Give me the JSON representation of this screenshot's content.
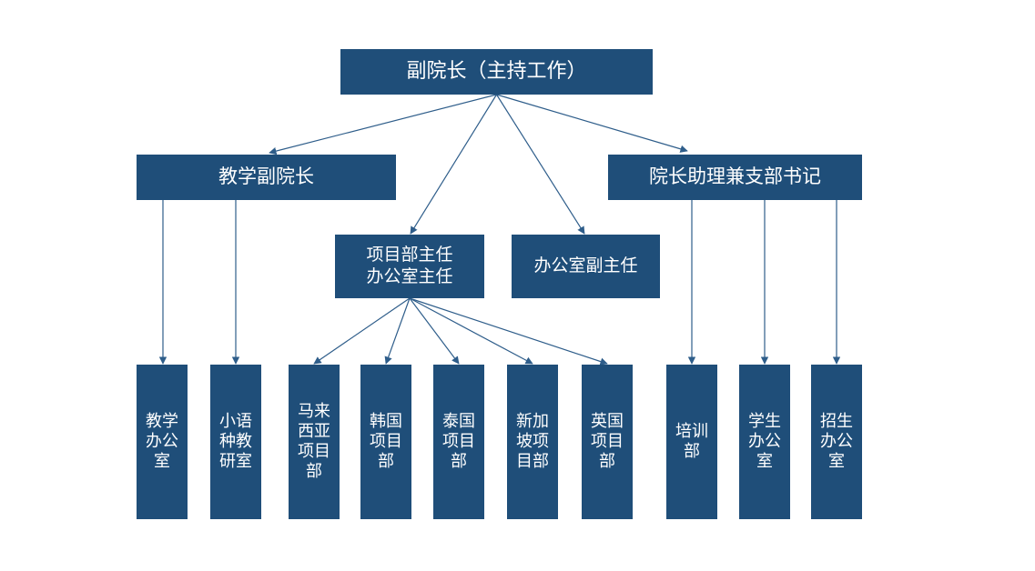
{
  "diagram": {
    "colors": {
      "box_fill": "#1f4e79",
      "box_text": "#ffffff",
      "line": "#2e5d8a"
    },
    "nodes": {
      "root": {
        "label": "副院长（主持工作）"
      },
      "teach_vp": {
        "label": "教学副院长"
      },
      "assistant": {
        "label": "院长助理兼支部书记"
      },
      "proj_dir": {
        "label": "项目部主任\n办公室主任"
      },
      "office_dep": {
        "label": "办公室副主任"
      },
      "teach_office": {
        "label": "教学\n办公\n室"
      },
      "minor_lang": {
        "label": "小语\n种教\n研室"
      },
      "malaysia": {
        "label": "马来\n西亚\n项目\n部"
      },
      "korea": {
        "label": "韩国\n项目\n部"
      },
      "thailand": {
        "label": "泰国\n项目\n部"
      },
      "singapore": {
        "label": "新加\n坡项\n目部"
      },
      "uk": {
        "label": "英国\n项目\n部"
      },
      "training": {
        "label": "培训\n部"
      },
      "student_off": {
        "label": "学生\n办公\n室"
      },
      "admission": {
        "label": "招生\n办公\n室"
      }
    },
    "edges": [
      [
        "root",
        "teach_vp"
      ],
      [
        "root",
        "proj_dir"
      ],
      [
        "root",
        "office_dep"
      ],
      [
        "root",
        "assistant"
      ],
      [
        "teach_vp",
        "teach_office"
      ],
      [
        "teach_vp",
        "minor_lang"
      ],
      [
        "proj_dir",
        "malaysia"
      ],
      [
        "proj_dir",
        "korea"
      ],
      [
        "proj_dir",
        "thailand"
      ],
      [
        "proj_dir",
        "singapore"
      ],
      [
        "proj_dir",
        "uk"
      ],
      [
        "assistant",
        "training"
      ],
      [
        "assistant",
        "student_off"
      ],
      [
        "assistant",
        "admission"
      ]
    ]
  }
}
